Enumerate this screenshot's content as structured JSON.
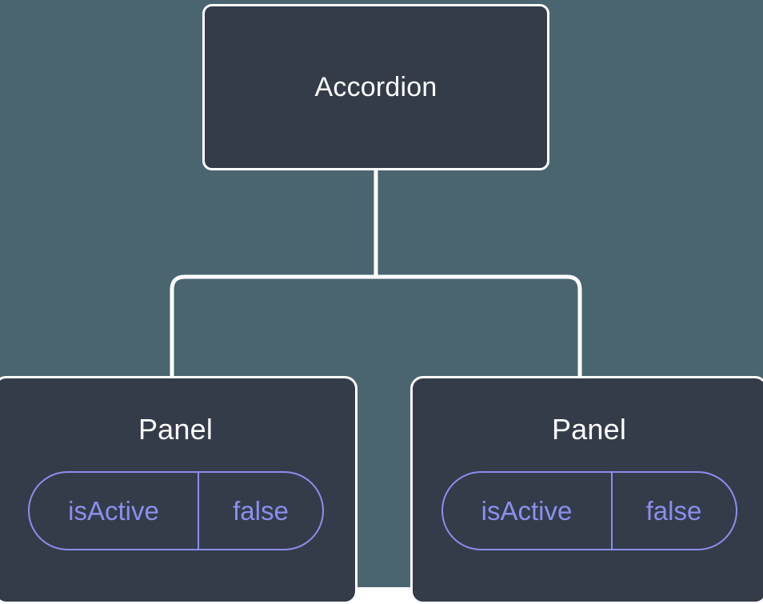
{
  "diagram": {
    "type": "component-tree",
    "background_color": "#4b6570",
    "node_fill_color": "#343c4a",
    "node_border_color": "#ffffff",
    "edge_color": "#ffffff",
    "prop_accent_color": "#8b8fec",
    "title_text_color": "#ffffff"
  },
  "root": {
    "label": "Accordion"
  },
  "children": [
    {
      "label": "Panel",
      "prop": {
        "key": "isActive",
        "value": "false"
      }
    },
    {
      "label": "Panel",
      "prop": {
        "key": "isActive",
        "value": "false"
      }
    }
  ]
}
